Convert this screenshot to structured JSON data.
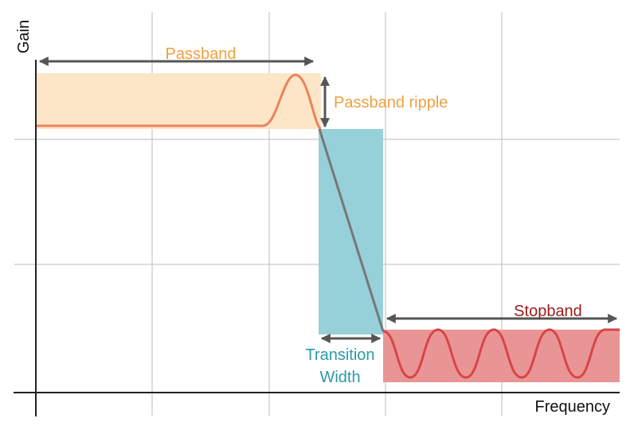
{
  "axes": {
    "y_label": "Gain",
    "x_label": "Frequency"
  },
  "labels": {
    "passband": "Passband",
    "passband_ripple": "Passband ripple",
    "stopband": "Stopband",
    "transition_line1": "Transition",
    "transition_line2": "Width"
  },
  "colors": {
    "passband_fill": "#fde5c8",
    "passband_curve": "#e8855a",
    "passband_text": "#f0a040",
    "transition_fill": "#96d0d8",
    "transition_text": "#2a9aa8",
    "stopband_fill": "#e99595",
    "stopband_curve": "#d84545",
    "stopband_text": "#9a1b1b",
    "slope_line": "#777777",
    "arrow": "#555555",
    "grid": "#bbbbbb",
    "axis": "#222222"
  }
}
